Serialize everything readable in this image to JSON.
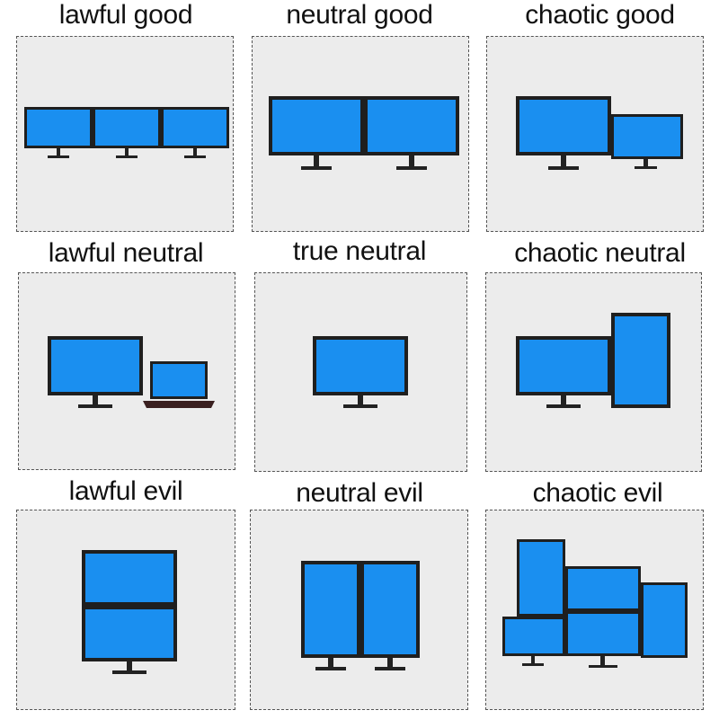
{
  "labels": {
    "lawful_good": "lawful good",
    "neutral_good": "neutral good",
    "chaotic_good": "chaotic good",
    "lawful_neutral": "lawful neutral",
    "true_neutral": "true neutral",
    "chaotic_neutral": "chaotic neutral",
    "lawful_evil": "lawful evil",
    "neutral_evil": "neutral evil",
    "chaotic_evil": "chaotic evil"
  },
  "colors": {
    "cell_background": "#ececec",
    "screen_blue": "#1a8ff0",
    "bezel": "#1f1f1f"
  }
}
